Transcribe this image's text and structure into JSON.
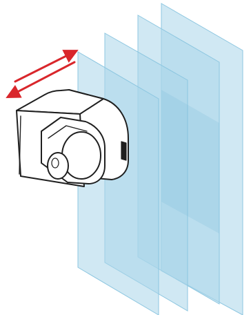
{
  "diagram": {
    "panel_count": 4,
    "colors": {
      "panel_fill": "#a9d6ea",
      "panel_edge": "#8cc6e0",
      "panel_overlap": "#7fc0dd",
      "device_outline": "#1f1f1f",
      "device_fill": "#ffffff",
      "arrow": "#d9262b"
    },
    "device": {
      "icon": "camera-module-icon"
    },
    "arrows": {
      "icon": "bidirectional-arrows-icon",
      "count": 2,
      "directions": [
        "up-right",
        "down-left"
      ]
    }
  }
}
